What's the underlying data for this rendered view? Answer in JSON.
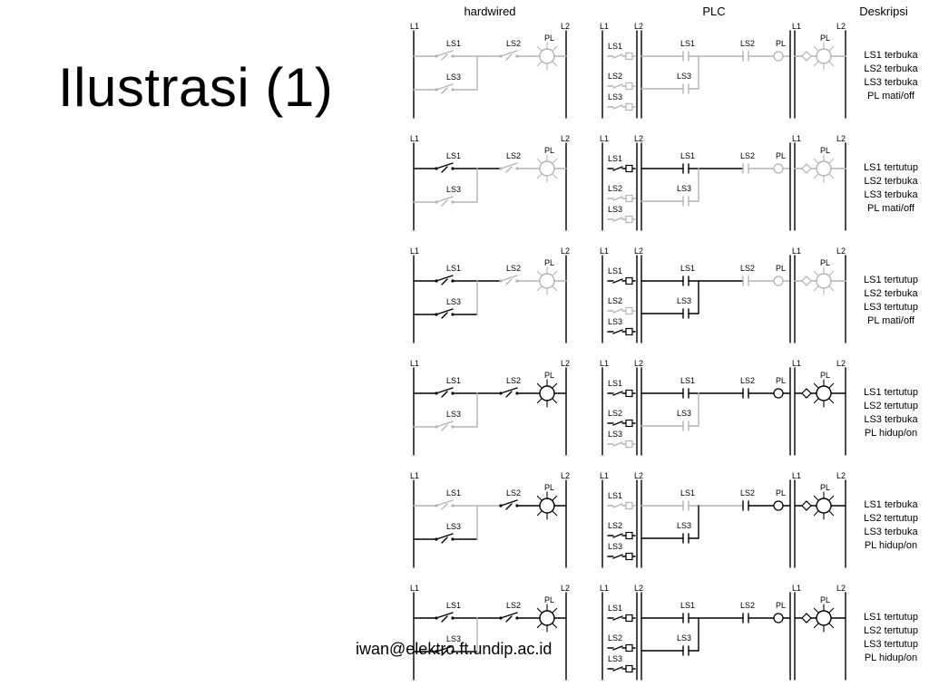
{
  "slide": {
    "title": "Ilustrasi (1)",
    "footer": "iwan@elektro.ft.undip.ac.id"
  },
  "columns": {
    "hardwired": "hardwired",
    "plc": "PLC",
    "description": "Deskripsi"
  },
  "labels": {
    "l1": "L1",
    "l2": "L2",
    "ls1": "LS1",
    "ls2": "LS2",
    "ls3": "LS3",
    "pl": "PL"
  },
  "colors": {
    "active": "#000000",
    "inactive": "#b4b4b4"
  },
  "scenarios": [
    {
      "id": 1,
      "ls1": "open",
      "ls2": "open",
      "ls3": "open",
      "pl": "off",
      "description": [
        "LS1 terbuka",
        "LS2 terbuka",
        "LS3 terbuka",
        "PL  mati/off"
      ]
    },
    {
      "id": 2,
      "ls1": "closed",
      "ls2": "open",
      "ls3": "open",
      "pl": "off",
      "description": [
        "LS1 tertutup",
        "LS2 terbuka",
        "LS3 terbuka",
        "PL  mati/off"
      ]
    },
    {
      "id": 3,
      "ls1": "closed",
      "ls2": "open",
      "ls3": "closed",
      "pl": "off",
      "description": [
        "LS1 tertutup",
        "LS2 terbuka",
        "LS3 tertutup",
        "PL  mati/off"
      ]
    },
    {
      "id": 4,
      "ls1": "closed",
      "ls2": "closed",
      "ls3": "open",
      "pl": "on",
      "description": [
        "LS1  tertutup",
        "LS2  tertutup",
        "LS3  terbuka",
        "PL  hidup/on"
      ]
    },
    {
      "id": 5,
      "ls1": "open",
      "ls2": "closed",
      "ls3": "closed",
      "pl": "on",
      "description": [
        "LS1  terbuka",
        "LS2  tertutup",
        "LS3  terbuka",
        "PL  hidup/on"
      ]
    },
    {
      "id": 6,
      "ls1": "closed",
      "ls2": "closed",
      "ls3": "closed",
      "pl": "on",
      "description": [
        "LS1  tertutup",
        "LS2  tertutup",
        "LS3  tertutup",
        "PL  hidup/on"
      ]
    }
  ]
}
